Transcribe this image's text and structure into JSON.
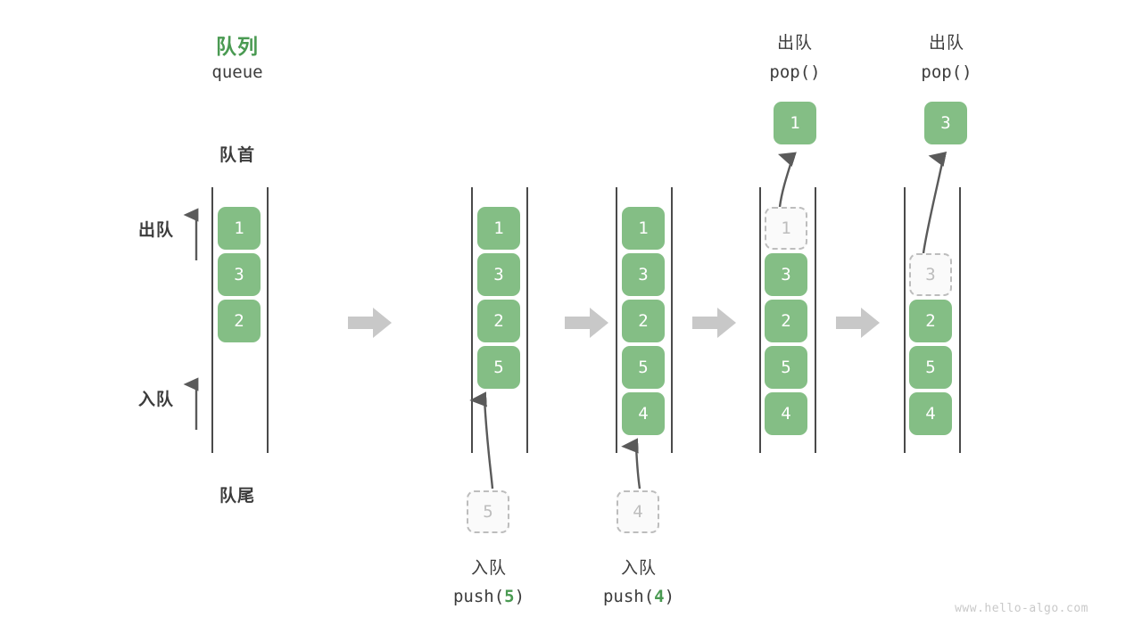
{
  "meta": {
    "watermark": "www.hello-algo.com",
    "accent_green": "#4a9a52",
    "element_green": "#84be85",
    "ghost_gray": "#bdbdbd",
    "arrow_gray": "#c8c8c8",
    "text_dark": "#3c3c3c"
  },
  "header": {
    "title_cn": "队列",
    "title_en": "queue",
    "front_label": "队首",
    "rear_label": "队尾"
  },
  "side_ops": {
    "dequeue_label": "出队",
    "enqueue_label": "入队"
  },
  "chart_data": {
    "type": "diagram",
    "title": "队列 queue",
    "description": "Queue push/pop operation sequence",
    "stages": [
      {
        "id": "stage-initial",
        "elements": [
          "1",
          "3",
          "2"
        ],
        "ghost": null,
        "caption_cn": "",
        "caption_code": ""
      },
      {
        "id": "stage-push-5",
        "elements": [
          "1",
          "3",
          "2",
          "5"
        ],
        "ghost": {
          "value": "5",
          "position": "below-rear"
        },
        "caption_cn": "入队",
        "caption_code_prefix": "push(",
        "caption_code_arg": "5",
        "caption_code_suffix": ")"
      },
      {
        "id": "stage-push-4",
        "elements": [
          "1",
          "3",
          "2",
          "5",
          "4"
        ],
        "ghost": {
          "value": "4",
          "position": "below-rear"
        },
        "caption_cn": "入队",
        "caption_code_prefix": "push(",
        "caption_code_arg": "4",
        "caption_code_suffix": ")"
      },
      {
        "id": "stage-pop-1",
        "elements": [
          "3",
          "2",
          "5",
          "4"
        ],
        "ghost": {
          "value": "1",
          "position": "slot-0"
        },
        "popped": "1",
        "caption_cn": "出队",
        "caption_code_prefix": "pop(",
        "caption_code_arg": "",
        "caption_code_suffix": ")"
      },
      {
        "id": "stage-pop-3",
        "elements": [
          "2",
          "5",
          "4"
        ],
        "ghost": {
          "value": "3",
          "position": "slot-1"
        },
        "popped": "3",
        "caption_cn": "出队",
        "caption_code_prefix": "pop(",
        "caption_code_arg": "",
        "caption_code_suffix": ")"
      }
    ]
  }
}
